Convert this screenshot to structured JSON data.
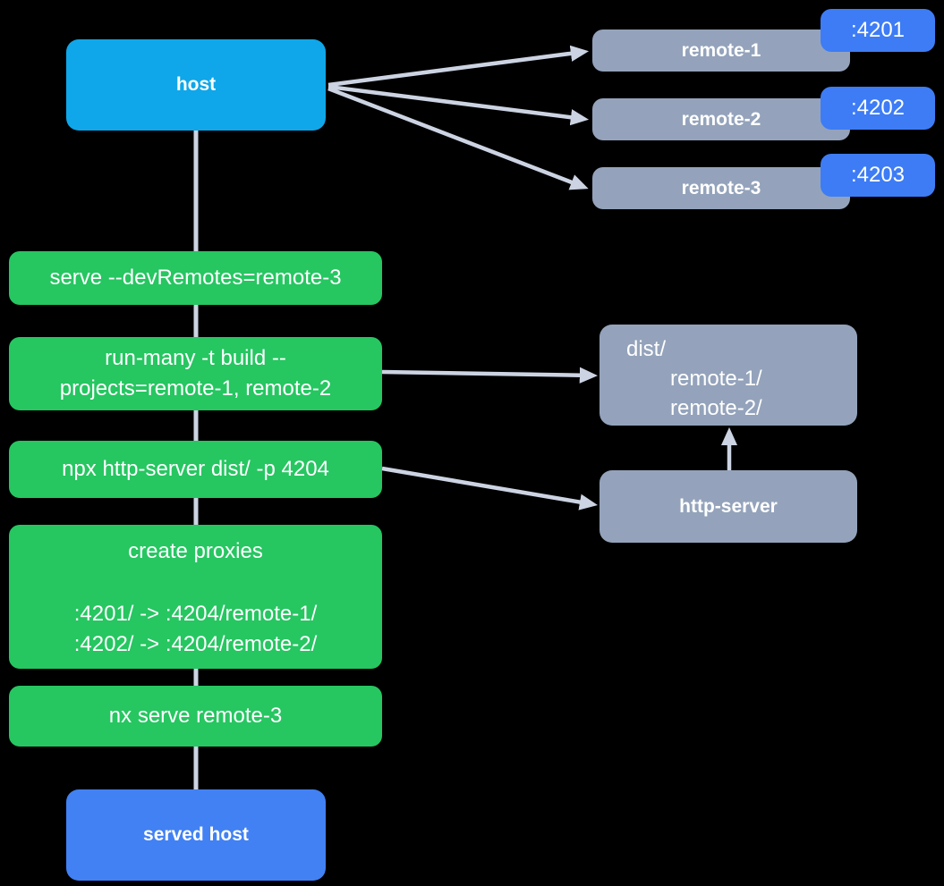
{
  "diagram": {
    "colors": {
      "background": "#000000",
      "host_cyan": "#0fa7e9",
      "served_host_blue": "#4181f3",
      "port_badge_blue": "#3d7cf5",
      "command_green": "#26c661",
      "remote_gray": "#94a3bb",
      "connector_gray": "#ccd3e2",
      "text": "#ffffff"
    },
    "nodes": {
      "host": {
        "label": "host"
      },
      "served_host": {
        "label": "served host"
      },
      "http_server": {
        "label": "http-server"
      },
      "dist": {
        "lines": [
          "dist/",
          "remote-1/",
          "remote-2/"
        ]
      }
    },
    "remotes": [
      {
        "label": "remote-1",
        "port": ":4201"
      },
      {
        "label": "remote-2",
        "port": ":4202"
      },
      {
        "label": "remote-3",
        "port": ":4203"
      }
    ],
    "commands": [
      {
        "lines": [
          "serve --devRemotes=remote-3"
        ]
      },
      {
        "lines": [
          "run-many -t build --",
          "projects=remote-1, remote-2"
        ]
      },
      {
        "lines": [
          "npx http-server dist/ -p 4204"
        ]
      },
      {
        "title": "create proxies",
        "lines": [
          ":4201/ -> :4204/remote-1/",
          ":4202/ -> :4204/remote-2/"
        ]
      },
      {
        "lines": [
          "nx serve remote-3"
        ]
      }
    ]
  }
}
